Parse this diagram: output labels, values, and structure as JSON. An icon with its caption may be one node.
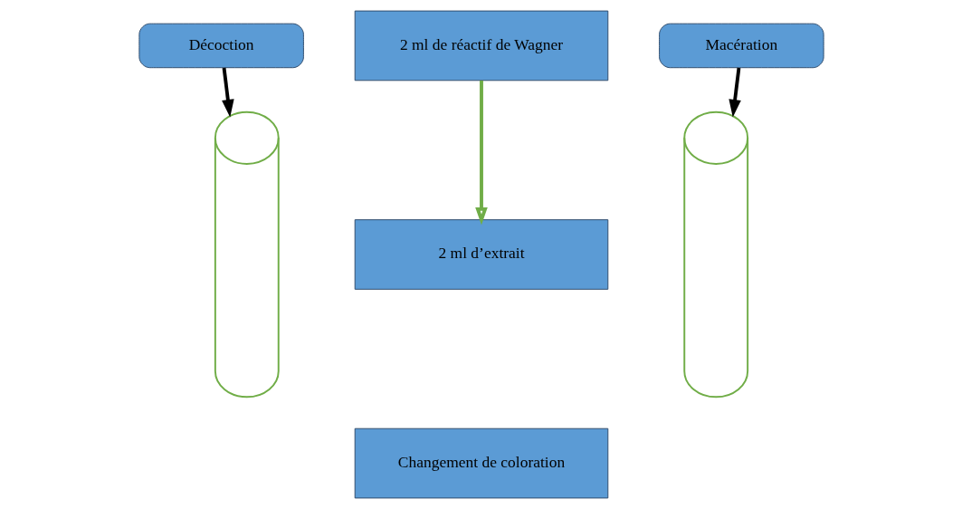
{
  "diagram": {
    "nodes": [
      {
        "text": [
          "Décoction"
        ]
      },
      {
        "text": [
          "Macération"
        ]
      },
      {
        "text": [],
        "shape": "cylinder"
      },
      {
        "text": [
          "2 ml de réactif de Wagner"
        ]
      },
      {
        "text": [
          "2 ml d’extrait"
        ]
      },
      {
        "text": [
          "Changement de coloration"
        ]
      },
      {
        "text": [],
        "shape": "cylinder"
      }
    ],
    "edges": [
      {
        "from": 0,
        "to": 2,
        "arrow": "to"
      },
      {
        "from": 1,
        "to": 6,
        "arrow": "to"
      },
      {
        "from": 3,
        "to": 4,
        "arrow": "to",
        "color": "#70ad47"
      }
    ]
  }
}
